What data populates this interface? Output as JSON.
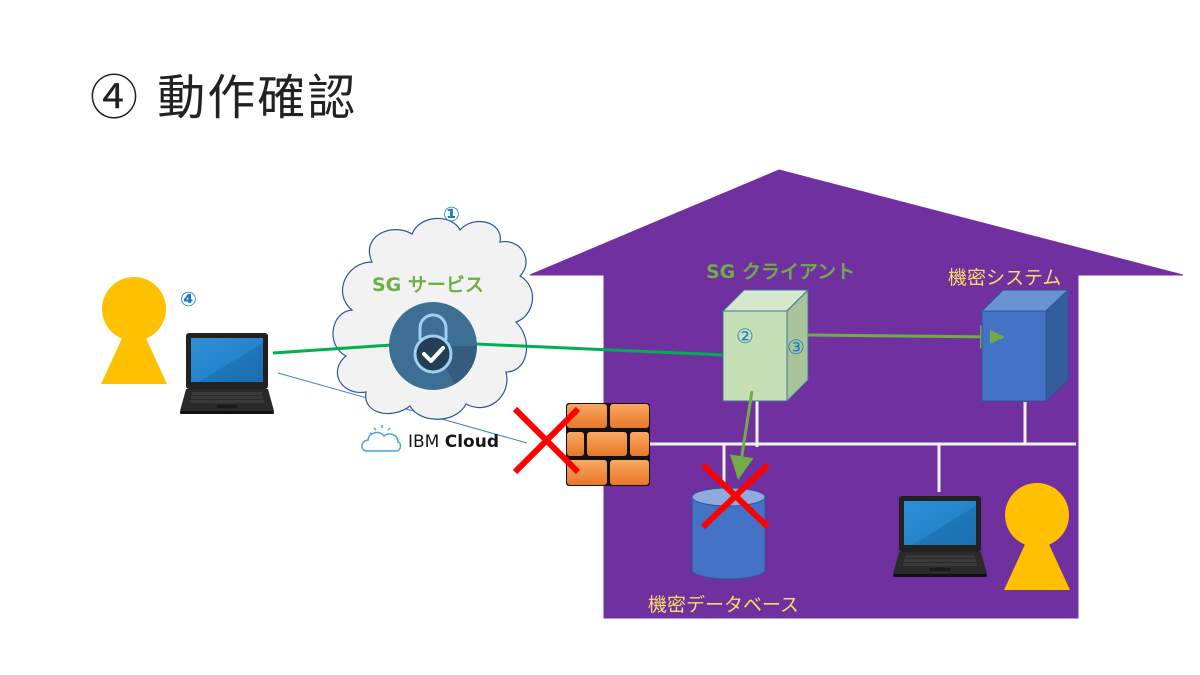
{
  "slide": {
    "title": "④ 動作確認"
  },
  "labels": {
    "sg_service": "SG サービス",
    "sg_client": "SG クライアント",
    "confidential_system": "機密システム",
    "confidential_database": "機密データベース",
    "ibm_cloud_prefix": "IBM",
    "ibm_cloud_suffix": "Cloud"
  },
  "steps": {
    "step1": "①",
    "step2": "②",
    "step3": "③",
    "step4": "④"
  },
  "colors": {
    "house": "#7030a0",
    "person": "#ffc000",
    "sg_client_box": "#c5e0b4",
    "system_box": "#4472c4",
    "connection_green": "#00b050",
    "arrow_green": "#70ad47",
    "blocked_red": "#ff0000",
    "firewall": "#f08c3c",
    "step_number": "#1f7ac8",
    "label_yellow": "#ffd966"
  },
  "connections": [
    {
      "from": "remote-laptop",
      "to": "sg-service",
      "status": "secure"
    },
    {
      "from": "sg-service",
      "to": "sg-client",
      "status": "secure"
    },
    {
      "from": "sg-client",
      "to": "confidential-system",
      "status": "allowed"
    },
    {
      "from": "sg-client",
      "to": "confidential-database",
      "status": "blocked"
    },
    {
      "from": "remote-laptop",
      "to": "firewall",
      "status": "blocked"
    }
  ]
}
